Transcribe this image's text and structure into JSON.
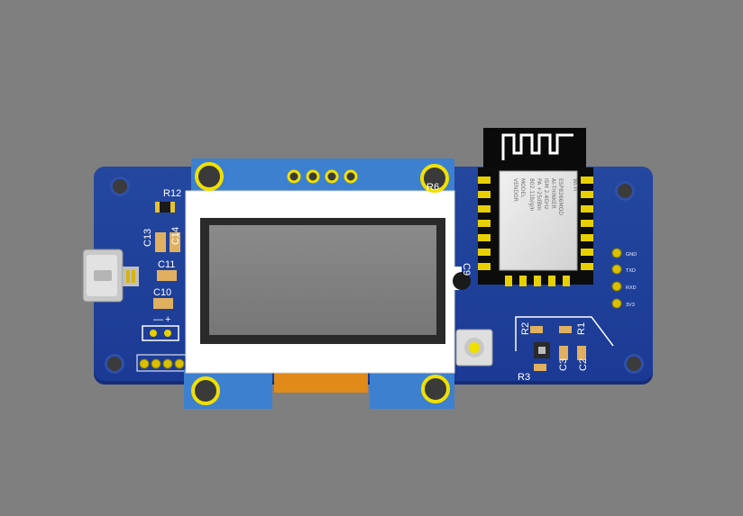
{
  "board": {
    "designators": {
      "r12": "R12",
      "c13": "C13",
      "c14": "C14",
      "c11": "C11",
      "c10": "C10",
      "r6": "R6",
      "c9": "C9",
      "r1": "R1",
      "r2": "R2",
      "r3": "R3",
      "c2": "C2",
      "c3": "C3"
    },
    "power_polarity": {
      "minus": "—",
      "plus": "+"
    },
    "serial_header_labels": [
      "GND",
      "TXD",
      "RXD",
      "3V3"
    ]
  },
  "wifi_module": {
    "line_1": "ESP8266MOD",
    "line_2": "AI-THINKER",
    "line_3": "ISM 2.4GHz",
    "line_4": "PA +25dBm",
    "line_5": "802.11b/g/n",
    "model_label": "MODEL",
    "vendor_label": "VENDOR",
    "logo_text": "Wi-Fi"
  },
  "colors": {
    "background": "#7f7f7f",
    "pcb": "#1f3f9c",
    "pcb_dark": "#152c78",
    "pad_gold": "#e8d000",
    "oled_frame": "#3d80d0",
    "oled_ribbon": "#e08a1a",
    "module_shield": "#e4e4e4",
    "antenna_board": "#0a0a0a"
  }
}
